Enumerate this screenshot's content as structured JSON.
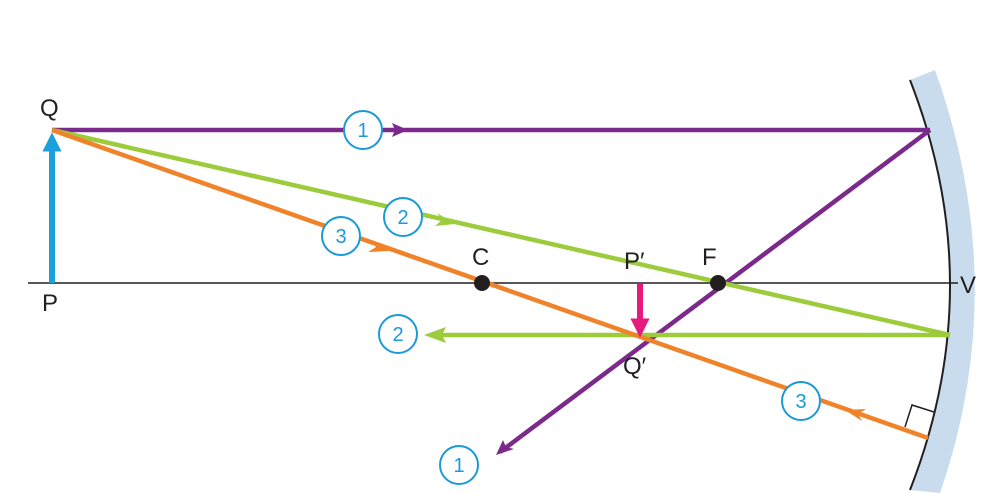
{
  "labels": {
    "Q": "Q",
    "P": "P",
    "C": "C",
    "F": "F",
    "V": "V",
    "P_image": "P′",
    "Q_image": "Q′"
  },
  "ray_numbers": {
    "r1_in": "1",
    "r1_out": "1",
    "r2_in": "2",
    "r2_out": "2",
    "r3_in": "3",
    "r3_out": "3"
  },
  "colors": {
    "ray1": "#7b2a8b",
    "ray2": "#9ccb3b",
    "ray3": "#f0832a",
    "object": "#1ba0dc",
    "image": "#e6197d",
    "mirror": "#c9dcee",
    "mirror_edge": "#231f20",
    "axis": "#231f20",
    "number_circle": "#1a9ad6"
  }
}
